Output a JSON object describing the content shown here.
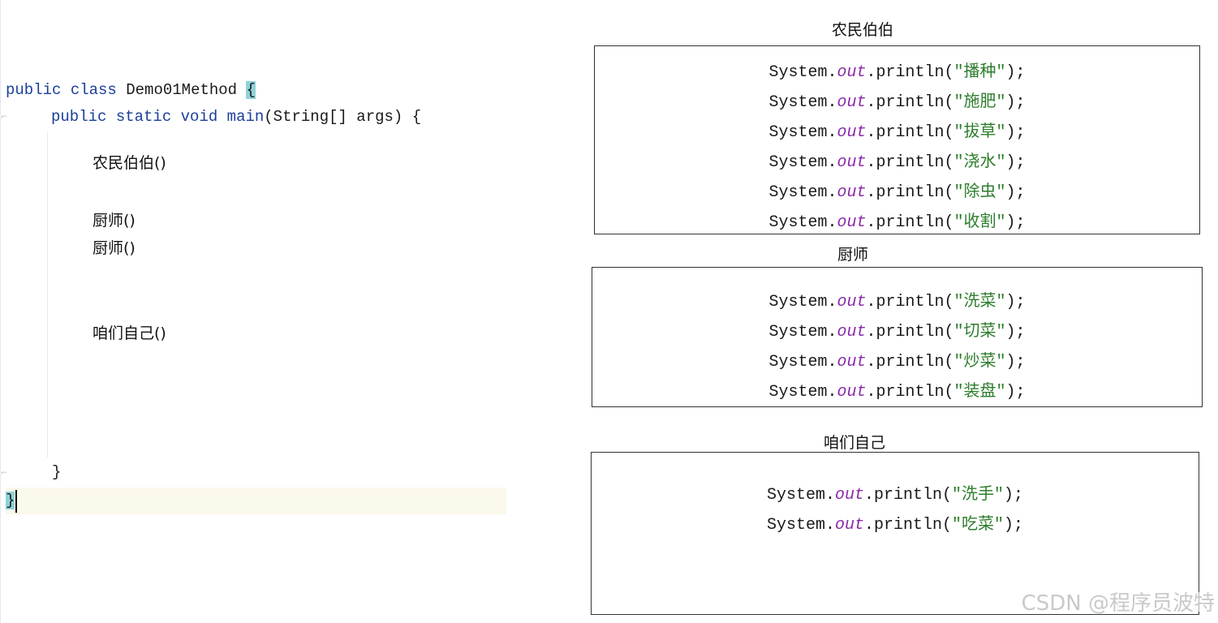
{
  "editor": {
    "class_decl": {
      "kw1": "public",
      "kw2": "class",
      "class_name": "Demo01Method",
      "open_brace": "{"
    },
    "main_decl": {
      "kw1": "public",
      "kw2": "static",
      "kw3": "void",
      "method_name": "main",
      "params": "(String[] args)",
      "open_brace": "{"
    },
    "calls": [
      "农民伯伯()",
      "厨师()",
      "厨师()",
      "咱们自己()"
    ],
    "close_inner": "}",
    "close_outer": "}"
  },
  "boxes": [
    {
      "title": "农民伯伯",
      "statements": [
        "播种",
        "施肥",
        "拔草",
        "浇水",
        "除虫",
        "收割"
      ]
    },
    {
      "title": "厨师",
      "statements": [
        "洗菜",
        "切菜",
        "炒菜",
        "装盘"
      ]
    },
    {
      "title": "咱们自己",
      "statements": [
        "洗手",
        "吃菜"
      ]
    }
  ],
  "stmt_parts": {
    "prefix": "System.",
    "out": "out",
    "method": ".println(",
    "quote": "\"",
    "suffix": ");"
  },
  "watermark": "CSDN @程序员波特",
  "colors": {
    "keyword": "#1b3f9a",
    "out_field": "#8a2aa8",
    "string": "#2d7d2d",
    "brace_highlight": "#8fd3d8"
  }
}
